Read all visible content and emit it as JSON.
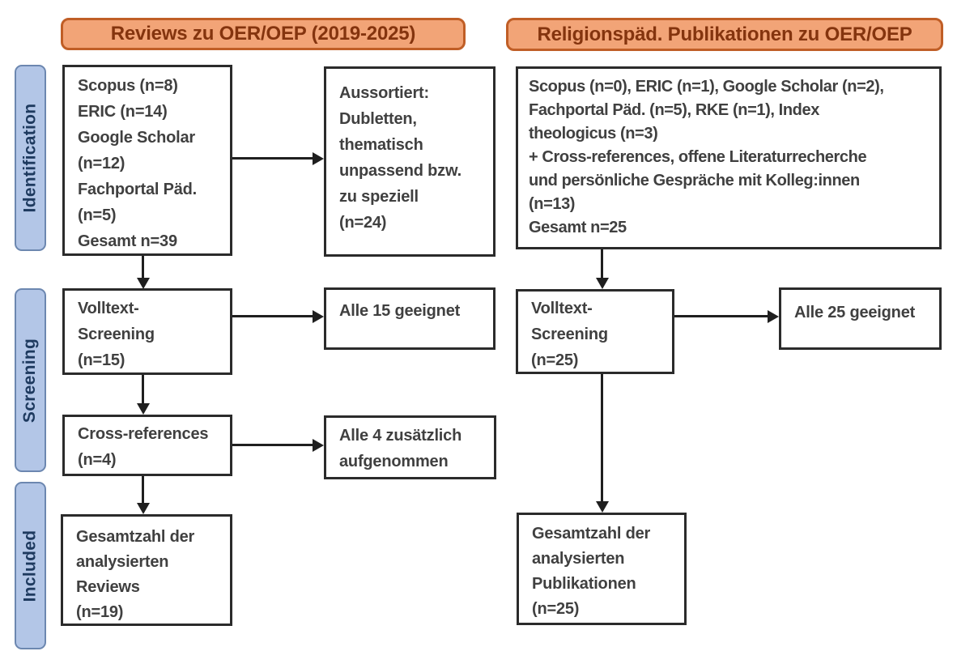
{
  "headers": {
    "left": "Reviews zu OER/OEP (2019-2025)",
    "right": "Religionspäd. Publikationen zu OER/OEP"
  },
  "stages": {
    "identification": "Identification",
    "screening": "Screening",
    "included": "Included"
  },
  "left_column": {
    "sources": {
      "lines": [
        "Scopus (n=8)",
        "ERIC (n=14)",
        "Google Scholar",
        "(n=12)",
        "Fachportal Päd.",
        "(n=5)",
        "Gesamt n=39"
      ]
    },
    "excluded": {
      "lines": [
        "Aussortiert:",
        "Dubletten,",
        "thematisch",
        "unpassend bzw.",
        "zu speziell",
        "(n=24)"
      ]
    },
    "fulltext_screening": {
      "lines": [
        "Volltext-",
        "Screening",
        "(n=15)"
      ]
    },
    "fulltext_result": {
      "lines": [
        "Alle 15 geeignet"
      ]
    },
    "cross_references": {
      "lines": [
        "Cross-references",
        "(n=4)"
      ]
    },
    "cross_references_result": {
      "lines": [
        "Alle 4 zusätzlich",
        "aufgenommen"
      ]
    },
    "included_total": {
      "lines": [
        "Gesamtzahl der",
        "analysierten",
        "Reviews",
        "(n=19)"
      ]
    }
  },
  "right_column": {
    "sources": {
      "lines": [
        "Scopus (n=0), ERIC (n=1), Google Scholar (n=2),",
        "Fachportal Päd. (n=5), RKE (n=1), Index",
        "theologicus (n=3)",
        "+ Cross-references, offene Literaturrecherche",
        "und persönliche Gespräche mit Kolleg:innen",
        "(n=13)",
        "Gesamt n=25"
      ]
    },
    "fulltext_screening": {
      "lines": [
        "Volltext-",
        "Screening",
        "(n=25)"
      ]
    },
    "fulltext_result": {
      "lines": [
        "Alle 25 geeignet"
      ]
    },
    "included_total": {
      "lines": [
        "Gesamtzahl der",
        "analysierten",
        "Publikationen",
        "(n=25)"
      ]
    }
  },
  "colors": {
    "header_fill": "#F2A477",
    "header_border": "#C05E26",
    "header_text": "#84340E",
    "stage_fill": "#B3C6E7",
    "stage_border": "#6C87B0",
    "stage_text": "#1E3A5F",
    "box_border": "#2B2B2B",
    "box_text": "#404040",
    "arrow": "#1F1F1F"
  }
}
